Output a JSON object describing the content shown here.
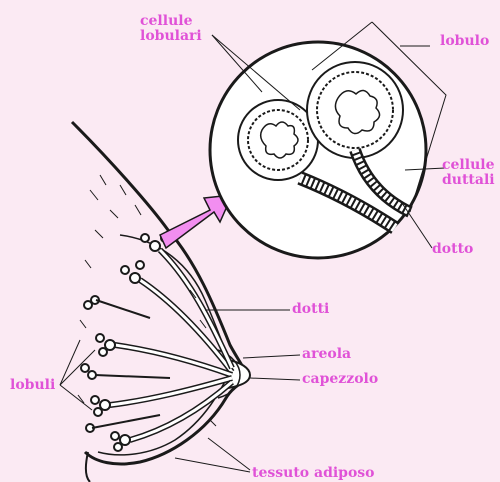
{
  "labels": {
    "cellule_lobulari": [
      "cellule",
      "lobulari"
    ],
    "lobulo": "lobulo",
    "cellule_duttali": [
      "cellule",
      "duttali"
    ],
    "dotto": "dotto",
    "dotti": "dotti",
    "areola": "areola",
    "capezzolo": "capezzolo",
    "lobuli": "lobuli",
    "tessuto_adiposo": "tessuto adiposo"
  },
  "colors": {
    "background": "#fbeaf3",
    "label": "#e052d7",
    "arrow": "#f28ef0",
    "ink": "#1a1a1a"
  }
}
